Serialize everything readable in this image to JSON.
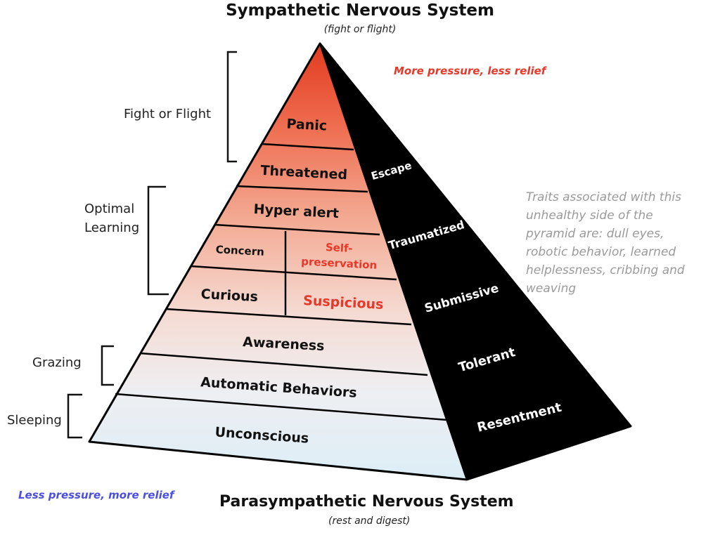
{
  "title_top": "Sympathetic Nervous System",
  "subtitle_top": "(fight or flight)",
  "title_bottom": "Parasympathetic Nervous System",
  "subtitle_bottom": "(rest and digest)",
  "note_top": "More pressure, less relief",
  "note_bottom": "Less pressure, more relief",
  "traits_note": "Traits associated with this unhealthy side of the pyramid are: dull eyes, robotic behavior, learned helplessness, cribbing and weaving",
  "colors": {
    "apex_red": "#e23b1f",
    "base_blue": "#dcedf6",
    "dark_side": "#000000",
    "red_text": "#e8382a",
    "blue_text": "#4b4fe0"
  },
  "front_levels": {
    "panic": "Panic",
    "threatened": "Threatened",
    "hyper_alert": "Hyper alert",
    "concern": "Concern",
    "self_preservation_1": "Self-",
    "self_preservation_2": "preservation",
    "curious": "Curious",
    "suspicious": "Suspicious",
    "awareness": "Awareness",
    "automatic": "Automatic Behaviors",
    "unconscious": "Unconscious"
  },
  "dark_side_labels": {
    "escape": "Escape",
    "traumatized": "Traumatized",
    "submissive": "Submissive",
    "tolerant": "Tolerant",
    "resentment": "Resentment"
  },
  "bracket_labels": {
    "fight_or_flight": "Fight or Flight",
    "optimal_1": "Optimal",
    "optimal_2": "Learning",
    "grazing": "Grazing",
    "sleeping": "Sleeping"
  }
}
